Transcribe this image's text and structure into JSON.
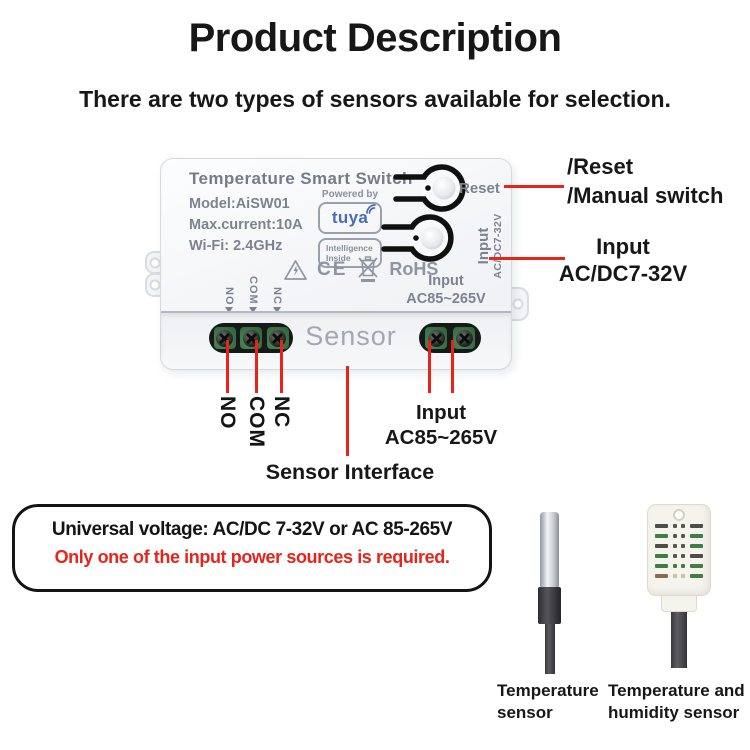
{
  "title": "Product Description",
  "subtitle": "There are two types of sensors available for selection.",
  "device": {
    "name": "Temperature Smart Switch",
    "specs": [
      "Model:AiSW01",
      "Max.current:10A",
      "Wi-Fi: 2.4GHz"
    ],
    "powered_by": "Powered by",
    "brand": "tuya",
    "brand_tagline": [
      "Intelligence",
      "Inside"
    ],
    "reset_label": "Reset",
    "side_input": [
      "Input",
      "AC/DC7-32V"
    ],
    "certifications": [
      "CE",
      "RoHS"
    ],
    "terminals": [
      "NO",
      "COM",
      "NC"
    ],
    "mains_input": [
      "Input",
      "AC85~265V"
    ],
    "sensor_strip_label": "Sensor"
  },
  "callouts": {
    "reset": [
      "/Reset",
      "/Manual switch"
    ],
    "dc_input": [
      "Input",
      "AC/DC7-32V"
    ],
    "terminals": [
      "NO",
      "COM",
      "NC"
    ],
    "mains_input": [
      "Input",
      "AC85~265V"
    ],
    "sensor_interface": "Sensor Interface"
  },
  "info_box": {
    "line1": "Universal voltage: AC/DC 7-32V or AC 85-265V",
    "line2": "Only one of the input power sources is required."
  },
  "sensor_options": [
    {
      "line1": "Temperature",
      "line2": "sensor"
    },
    {
      "line1": "Temperature and",
      "line2": "humidity sensor"
    }
  ],
  "colors": {
    "accent_red": "#e8231a",
    "tuya_blue": "#4a6cb3",
    "device_text_gray": "#7d838e",
    "terminal_green": "#2f6f3f"
  }
}
